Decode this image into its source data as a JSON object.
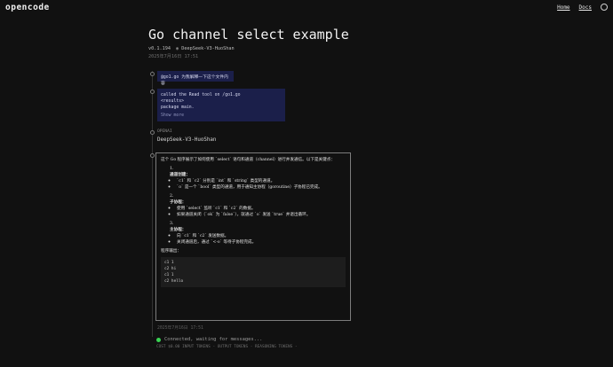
{
  "header": {
    "logo": "opencode",
    "nav": [
      "Home",
      "Docs"
    ]
  },
  "page": {
    "title": "Go channel select example",
    "version": "v0.1.194",
    "model_tag": "DeepSeek-V3-HuoShan",
    "date": "2025年7月16日 17:51"
  },
  "messages": {
    "user_text": "@go1.go 为我解释一下这个文件内容",
    "tool_lines": [
      "called the Read tool on /go1.go",
      "<results>",
      "package main."
    ],
    "tool_show_more": "Show more",
    "provider": "OPENAI",
    "model": "DeepSeek-V3-HuoShan"
  },
  "answer": {
    "intro": "这个 Go 程序展示了如何使用 `select` 语句和通道（channel）进行并发通信。以下是关键点：",
    "sections": [
      {
        "num": "1.",
        "heading": "通道创建：",
        "items": [
          "`c1` 和 `c2` 分别是 `int` 和 `string` 类型的通道。",
          "`o` 是一个 `bool` 类型的通道，用于通知主协程（goroutine）子协程已完成。"
        ]
      },
      {
        "num": "2.",
        "heading": "子协程：",
        "items": [
          "使用 `select` 监听 `c1` 和 `c2` 的数据。",
          "如果通道关闭（`ok` 为 `false`），就通过 `o` 发送 `true` 并退出循环。"
        ]
      },
      {
        "num": "3.",
        "heading": "主协程：",
        "items": [
          "向 `c1` 和 `c2` 发送数据。",
          "关闭通道后，通过 `<-o` 等待子协程完成。"
        ]
      }
    ],
    "output_label": "程序输出：",
    "code_lines": [
      "c1 1",
      "c2 hi",
      "c1 1",
      "c2 hello"
    ]
  },
  "footer": {
    "timestamp": "2025年7月16日 17:51",
    "status": "Connected, waiting for messages...",
    "stats": "COST $0.00   INPUT TOKENS -   OUTPUT TOKENS -   REASONING TOKENS -"
  },
  "colors": {
    "background": "#111111",
    "user_bubble": "#1b1f4a",
    "status_dot": "#39d353"
  }
}
